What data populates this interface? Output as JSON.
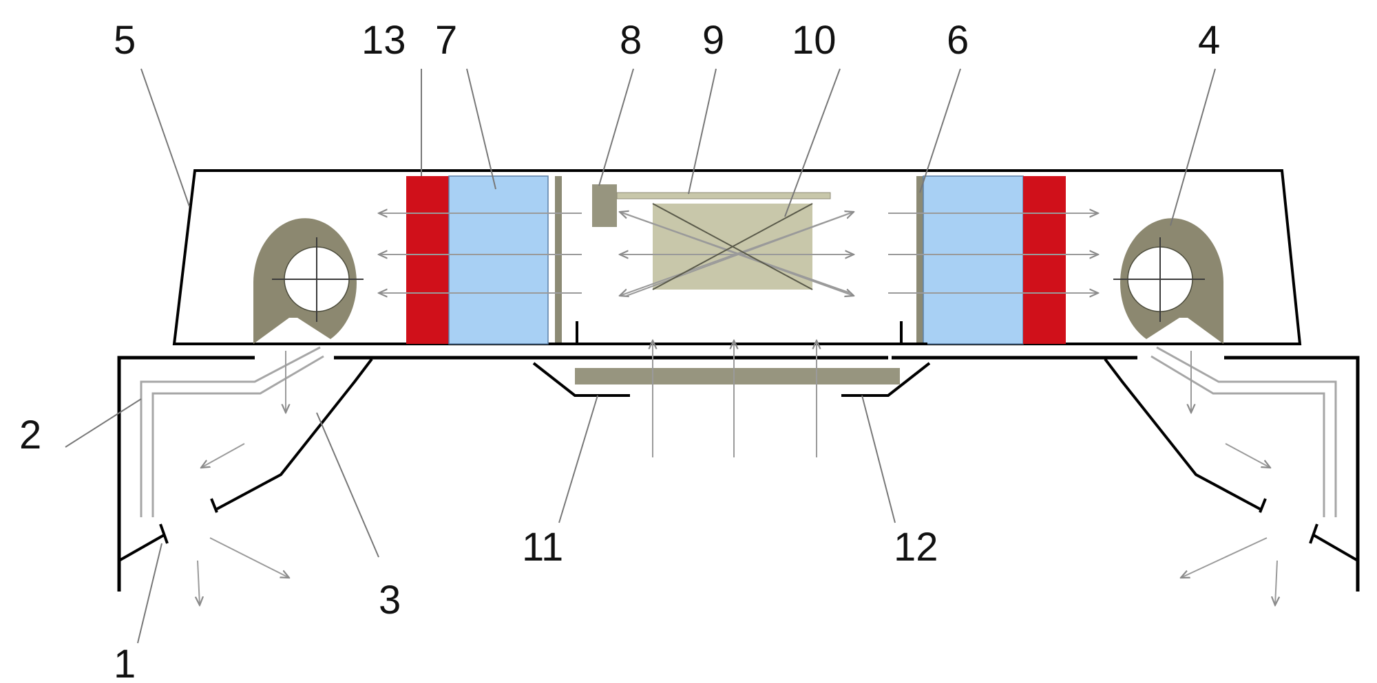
{
  "diagram": {
    "callouts": {
      "c1": "1",
      "c2": "2",
      "c3": "3",
      "c4": "4",
      "c5": "5",
      "c6": "6",
      "c7": "7",
      "c8": "8",
      "c9": "9",
      "c10": "10",
      "c11": "11",
      "c12": "12",
      "c13": "13"
    },
    "colors": {
      "housing_outline": "#000000",
      "blower": "#8c8870",
      "heater": "#d0101a",
      "filter": "#a8d0f4",
      "filter_frame": "#8c8a74",
      "unit_box": "#c8c7aa",
      "plate": "#97957f",
      "airflow_arrow": "#9a9a9a",
      "leader_line": "#777777",
      "duct": "#a0a0a0",
      "text": "#111111"
    }
  }
}
